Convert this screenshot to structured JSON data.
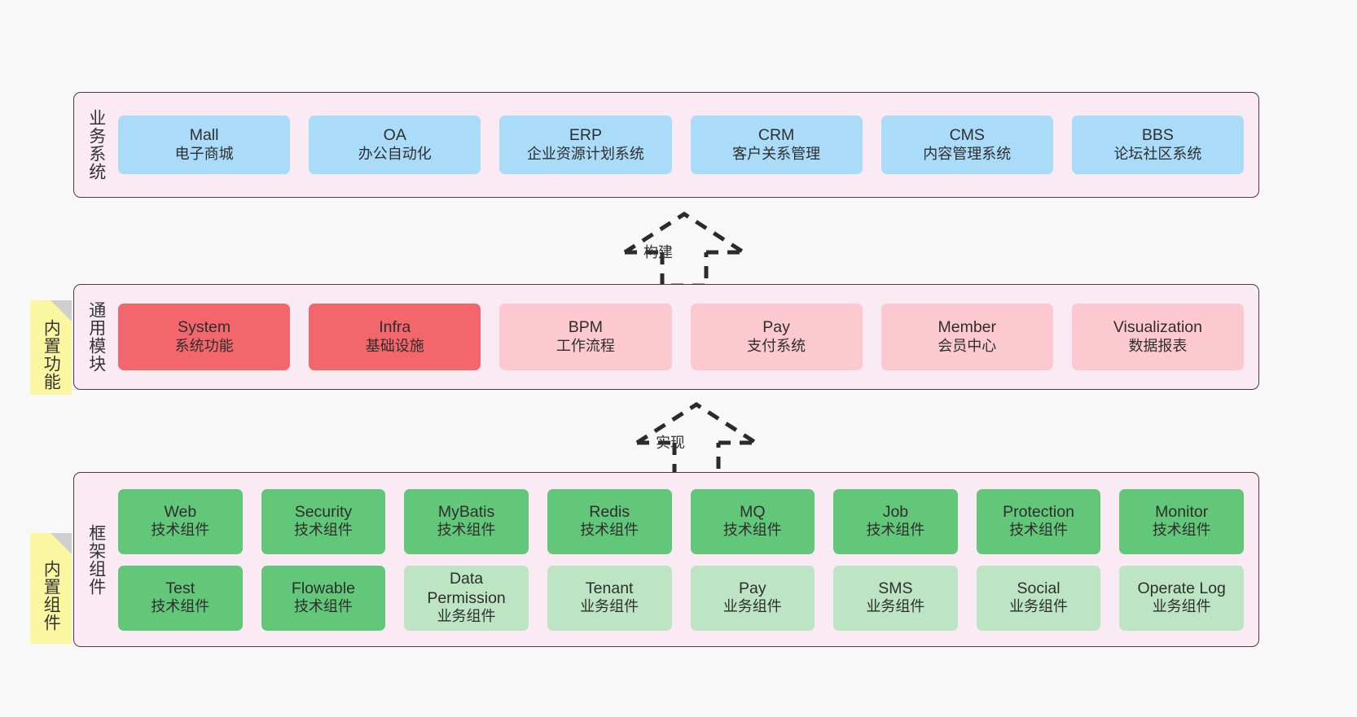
{
  "diagram": {
    "background_color": "#f8f8f8",
    "panel_fill": "#f9eaf4",
    "panel_border": "#4b3a44",
    "note_fill": "#fbf7a0",
    "note_fold": "#cfcfcf"
  },
  "layers": [
    {
      "id": "business",
      "title": "业务系统",
      "rows": [
        [
          {
            "en": "Mall",
            "cn": "电子商城",
            "color": "#aadcfa",
            "variant": "c-blue"
          },
          {
            "en": "OA",
            "cn": "办公自动化",
            "color": "#aadcfa",
            "variant": "c-blue"
          },
          {
            "en": "ERP",
            "cn": "企业资源计划系统",
            "color": "#aadcfa",
            "variant": "c-blue"
          },
          {
            "en": "CRM",
            "cn": "客户关系管理",
            "color": "#aadcfa",
            "variant": "c-blue"
          },
          {
            "en": "CMS",
            "cn": "内容管理系统",
            "color": "#aadcfa",
            "variant": "c-blue"
          },
          {
            "en": "BBS",
            "cn": "论坛社区系统",
            "color": "#aadcfa",
            "variant": "c-blue"
          }
        ]
      ]
    },
    {
      "id": "common",
      "title": "通用模块",
      "note": "内置功能",
      "rows": [
        [
          {
            "en": "System",
            "cn": "系统功能",
            "color": "#f3666c",
            "variant": "c-red-strong"
          },
          {
            "en": "Infra",
            "cn": "基础设施",
            "color": "#f3666c",
            "variant": "c-red-strong"
          },
          {
            "en": "BPM",
            "cn": "工作流程",
            "color": "#fbc9cf",
            "variant": "c-red-light"
          },
          {
            "en": "Pay",
            "cn": "支付系统",
            "color": "#fbc9cf",
            "variant": "c-red-light"
          },
          {
            "en": "Member",
            "cn": "会员中心",
            "color": "#fbc9cf",
            "variant": "c-red-light"
          },
          {
            "en": "Visualization",
            "cn": "数据报表",
            "color": "#fbc9cf",
            "variant": "c-red-light"
          }
        ]
      ]
    },
    {
      "id": "framework",
      "title": "框架组件",
      "note": "内置组件",
      "rows": [
        [
          {
            "en": "Web",
            "cn": "技术组件",
            "color": "#63c77a",
            "variant": "c-green-strong"
          },
          {
            "en": "Security",
            "cn": "技术组件",
            "color": "#63c77a",
            "variant": "c-green-strong"
          },
          {
            "en": "MyBatis",
            "cn": "技术组件",
            "color": "#63c77a",
            "variant": "c-green-strong"
          },
          {
            "en": "Redis",
            "cn": "技术组件",
            "color": "#63c77a",
            "variant": "c-green-strong"
          },
          {
            "en": "MQ",
            "cn": "技术组件",
            "color": "#63c77a",
            "variant": "c-green-strong"
          },
          {
            "en": "Job",
            "cn": "技术组件",
            "color": "#63c77a",
            "variant": "c-green-strong"
          },
          {
            "en": "Protection",
            "cn": "技术组件",
            "color": "#63c77a",
            "variant": "c-green-strong"
          },
          {
            "en": "Monitor",
            "cn": "技术组件",
            "color": "#63c77a",
            "variant": "c-green-strong"
          }
        ],
        [
          {
            "en": "Test",
            "cn": "技术组件",
            "color": "#63c77a",
            "variant": "c-green-strong"
          },
          {
            "en": "Flowable",
            "cn": "技术组件",
            "color": "#63c77a",
            "variant": "c-green-strong"
          },
          {
            "en": "Data Permission",
            "cn": "业务组件",
            "color": "#bde5c4",
            "variant": "c-green-light"
          },
          {
            "en": "Tenant",
            "cn": "业务组件",
            "color": "#bde5c4",
            "variant": "c-green-light"
          },
          {
            "en": "Pay",
            "cn": "业务组件",
            "color": "#bde5c4",
            "variant": "c-green-light"
          },
          {
            "en": "SMS",
            "cn": "业务组件",
            "color": "#bde5c4",
            "variant": "c-green-light"
          },
          {
            "en": "Social",
            "cn": "业务组件",
            "color": "#bde5c4",
            "variant": "c-green-light"
          },
          {
            "en": "Operate Log",
            "cn": "业务组件",
            "color": "#bde5c4",
            "variant": "c-green-light"
          }
        ]
      ]
    }
  ],
  "connectors": [
    {
      "id": "build",
      "label": "构建"
    },
    {
      "id": "realize",
      "label": "实现"
    }
  ]
}
